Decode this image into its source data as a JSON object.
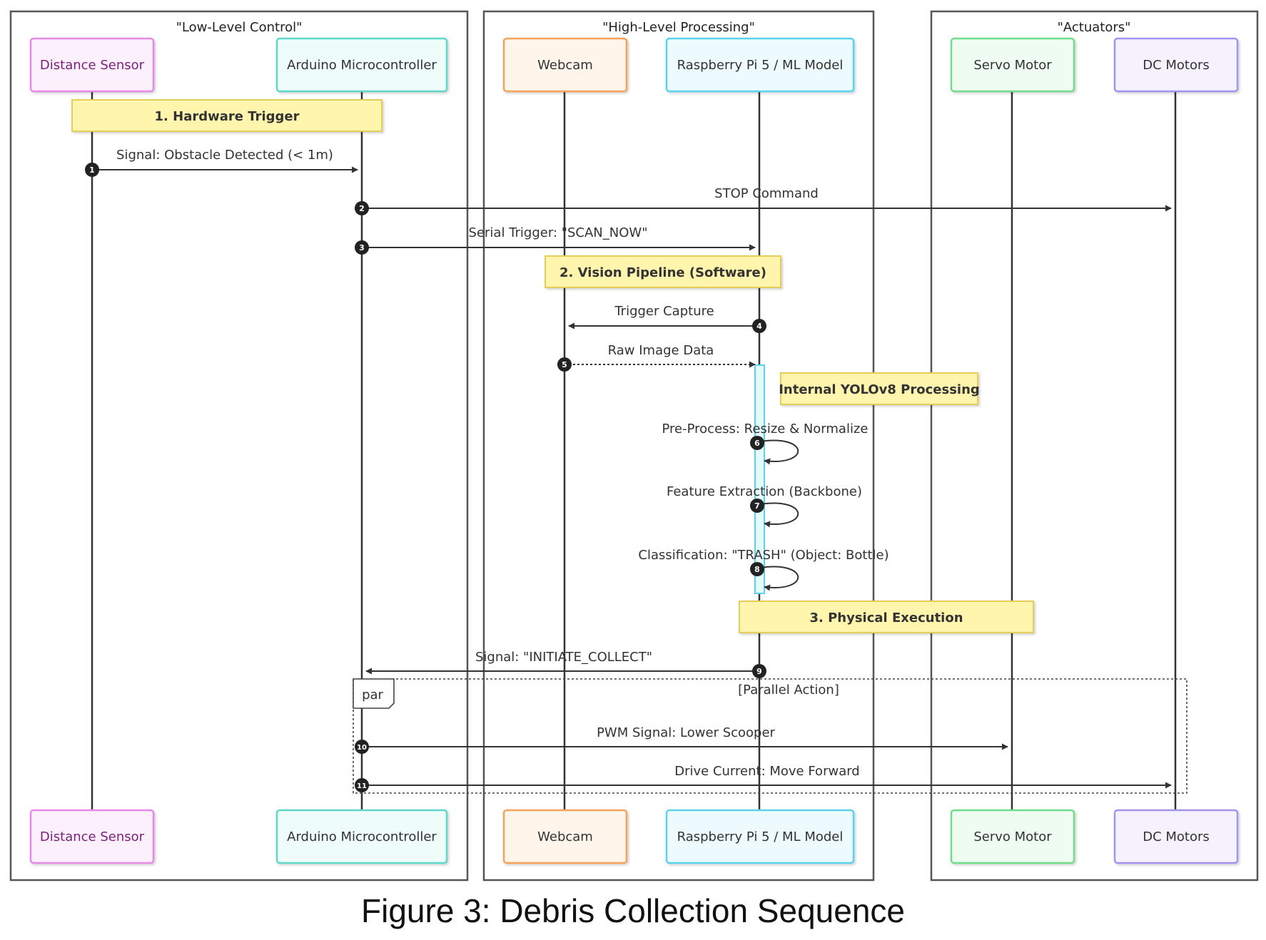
{
  "groups": [
    {
      "id": "low",
      "title": "\"Low-Level Control\""
    },
    {
      "id": "high",
      "title": "\"High-Level Processing\""
    },
    {
      "id": "act",
      "title": "\"Actuators\""
    }
  ],
  "participants": [
    {
      "id": "distance-sensor",
      "label": "Distance Sensor",
      "fill": "#fdf0fd",
      "stroke": "#e58ae6",
      "text": "#7a1f7c"
    },
    {
      "id": "arduino",
      "label": "Arduino Microcontroller",
      "fill": "#eefcfa",
      "stroke": "#5fd8c9",
      "text": "#333333"
    },
    {
      "id": "webcam",
      "label": "Webcam",
      "fill": "#fff5ea",
      "stroke": "#f5a25a",
      "text": "#333333"
    },
    {
      "id": "raspberry-pi",
      "label": "Raspberry Pi 5 / ML Model",
      "fill": "#eefbfe",
      "stroke": "#5ad3ec",
      "text": "#333333"
    },
    {
      "id": "servo-motor",
      "label": "Servo Motor",
      "fill": "#effcf2",
      "stroke": "#6fdc8c",
      "text": "#333333"
    },
    {
      "id": "dc-motors",
      "label": "DC Motors",
      "fill": "#f5f2fe",
      "stroke": "#a593f0",
      "text": "#333333"
    }
  ],
  "notes": [
    {
      "id": "hardware-trigger",
      "text": "1. Hardware Trigger"
    },
    {
      "id": "vision-pipeline",
      "text": "2. Vision Pipeline (Software)"
    },
    {
      "id": "yolo-processing",
      "text": "Internal YOLOv8 Processing"
    },
    {
      "id": "physical-execution",
      "text": "3. Physical Execution"
    }
  ],
  "messages": [
    {
      "num": "1",
      "text": "Signal: Obstacle Detected (< 1m)",
      "from": "distance-sensor",
      "to": "arduino",
      "dashed": false
    },
    {
      "num": "2",
      "text": "STOP Command",
      "from": "arduino",
      "to": "dc-motors",
      "dashed": false
    },
    {
      "num": "3",
      "text": "Serial Trigger: \"SCAN_NOW\"",
      "from": "arduino",
      "to": "raspberry-pi",
      "dashed": false
    },
    {
      "num": "4",
      "text": "Trigger Capture",
      "from": "raspberry-pi",
      "to": "webcam",
      "dashed": false
    },
    {
      "num": "5",
      "text": "Raw Image Data",
      "from": "webcam",
      "to": "raspberry-pi",
      "dashed": true
    },
    {
      "num": "6",
      "text": "Pre-Process: Resize & Normalize",
      "from": "raspberry-pi",
      "to": "raspberry-pi",
      "dashed": false
    },
    {
      "num": "7",
      "text": "Feature Extraction (Backbone)",
      "from": "raspberry-pi",
      "to": "raspberry-pi",
      "dashed": false
    },
    {
      "num": "8",
      "text": "Classification: \"TRASH\" (Object: Bottle)",
      "from": "raspberry-pi",
      "to": "raspberry-pi",
      "dashed": false
    },
    {
      "num": "9",
      "text": "Signal: \"INITIATE_COLLECT\"",
      "from": "raspberry-pi",
      "to": "arduino",
      "dashed": false
    },
    {
      "num": "10",
      "text": "PWM Signal: Lower Scooper",
      "from": "arduino",
      "to": "servo-motor",
      "dashed": false
    },
    {
      "num": "11",
      "text": "Drive Current: Move Forward",
      "from": "arduino",
      "to": "dc-motors",
      "dashed": false
    }
  ],
  "fragment": {
    "label": "par",
    "condition": "[Parallel Action]"
  },
  "colors": {
    "note_fill": "#fff5ad",
    "note_stroke": "#e6cd58",
    "activation_fill": "#e6fbff",
    "activation_stroke": "#5ad3ec",
    "line": "#333333",
    "group_stroke": "#555555"
  },
  "caption": "Figure 3: Debris Collection Sequence"
}
